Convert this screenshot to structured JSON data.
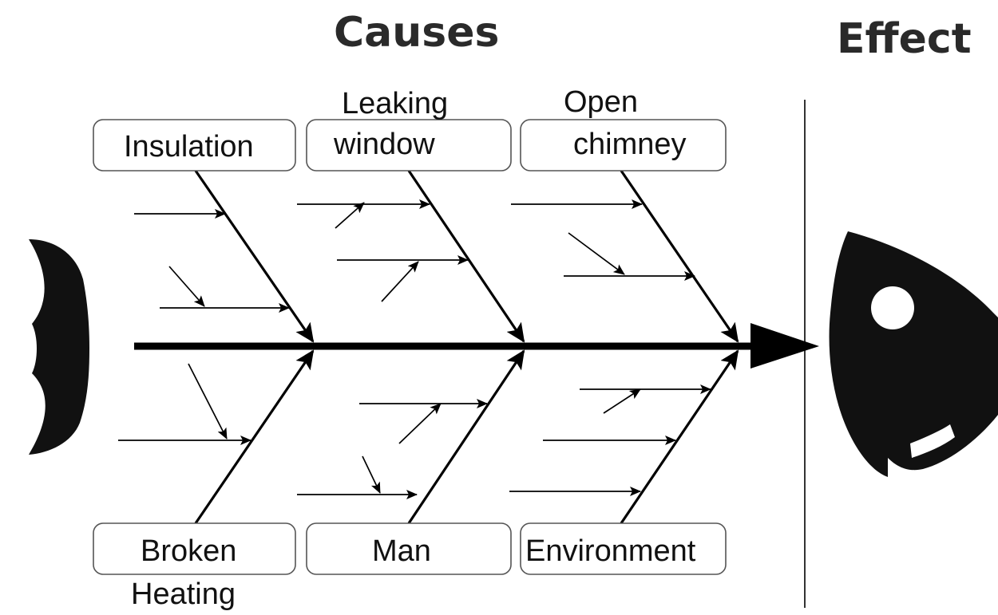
{
  "headings": {
    "causes": "Causes",
    "effect": "Effect"
  },
  "categories": {
    "top": [
      {
        "id": "insulation",
        "lines": [
          "Insulation"
        ]
      },
      {
        "id": "leaking-window",
        "lines": [
          "Leaking",
          "window"
        ]
      },
      {
        "id": "open-chimney",
        "lines": [
          "Open",
          "chimney"
        ]
      }
    ],
    "bottom": [
      {
        "id": "broken-heating",
        "lines": [
          "Broken",
          "Heating"
        ]
      },
      {
        "id": "man",
        "lines": [
          "Man"
        ]
      },
      {
        "id": "environment",
        "lines": [
          "Environment"
        ]
      }
    ]
  },
  "colors": {
    "ink": "#000000",
    "box_border": "#555555",
    "heading": "#2a2a2a"
  }
}
